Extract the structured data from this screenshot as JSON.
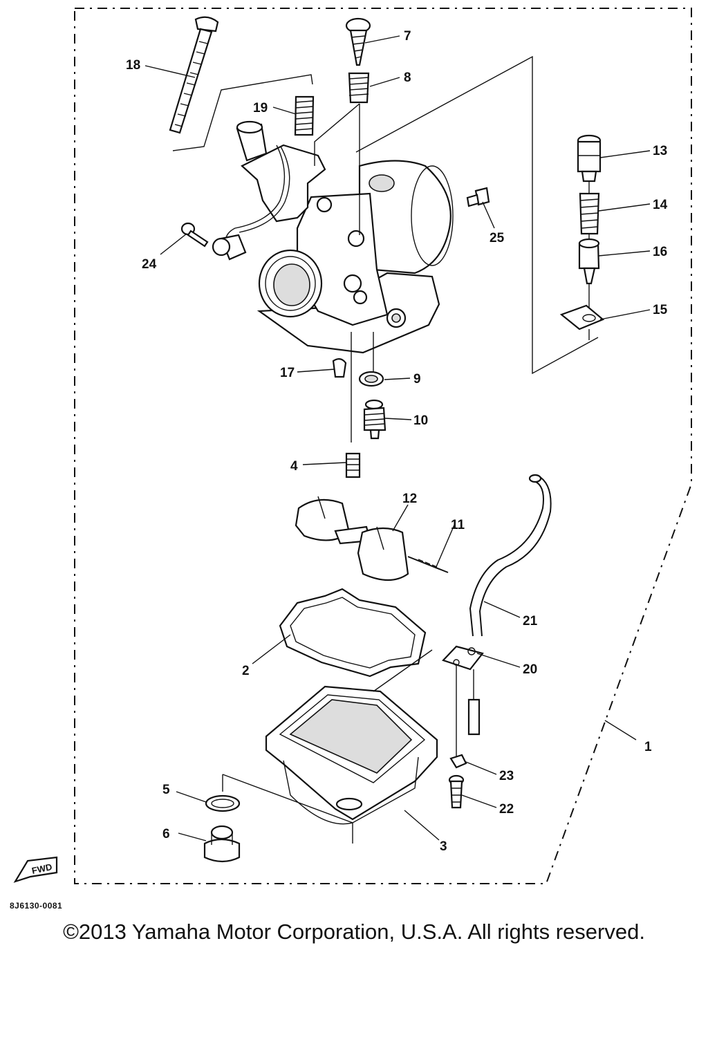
{
  "diagram": {
    "callouts": [
      {
        "id": "c1",
        "text": "1"
      },
      {
        "id": "c2",
        "text": "2"
      },
      {
        "id": "c3",
        "text": "3"
      },
      {
        "id": "c4",
        "text": "4"
      },
      {
        "id": "c5",
        "text": "5"
      },
      {
        "id": "c6",
        "text": "6"
      },
      {
        "id": "c7",
        "text": "7"
      },
      {
        "id": "c8",
        "text": "8"
      },
      {
        "id": "c9",
        "text": "9"
      },
      {
        "id": "c10",
        "text": "10"
      },
      {
        "id": "c11",
        "text": "11"
      },
      {
        "id": "c12",
        "text": "12"
      },
      {
        "id": "c13",
        "text": "13"
      },
      {
        "id": "c14",
        "text": "14"
      },
      {
        "id": "c15",
        "text": "15"
      },
      {
        "id": "c16",
        "text": "16"
      },
      {
        "id": "c17",
        "text": "17"
      },
      {
        "id": "c18",
        "text": "18"
      },
      {
        "id": "c19",
        "text": "19"
      },
      {
        "id": "c20",
        "text": "20"
      },
      {
        "id": "c21",
        "text": "21"
      },
      {
        "id": "c22",
        "text": "22"
      },
      {
        "id": "c23",
        "text": "23"
      },
      {
        "id": "c24",
        "text": "24"
      },
      {
        "id": "c25",
        "text": "25"
      }
    ],
    "fwd_label": "FWD",
    "code": "8J6130-0081"
  },
  "footer": {
    "copyright": "©2013 Yamaha Motor Corporation, U.S.A. All rights reserved."
  }
}
